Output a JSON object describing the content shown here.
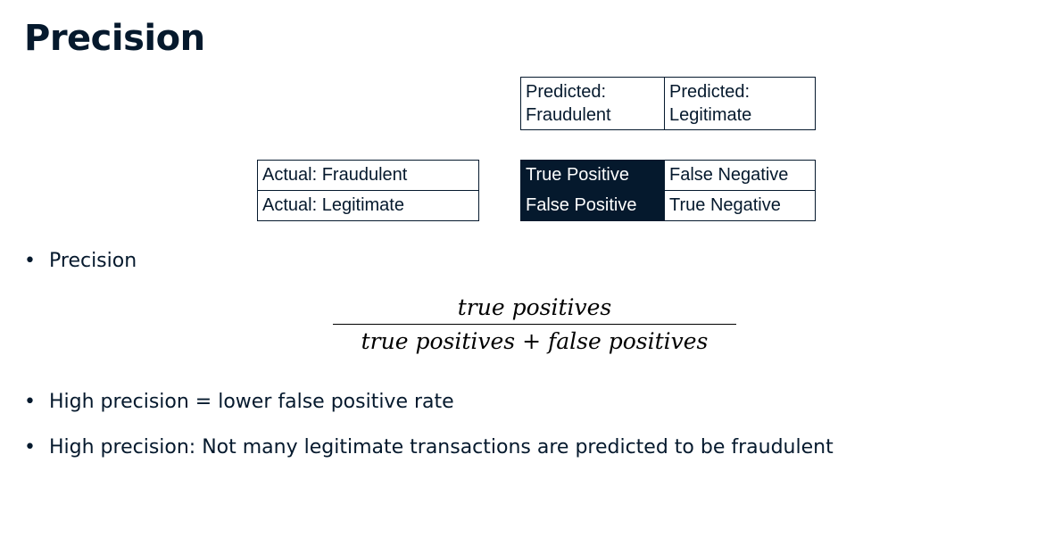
{
  "page": {
    "title": "Precision"
  },
  "confusion_matrix": {
    "predicted_headers": [
      "Predicted: Fraudulent",
      "Predicted: Legitimate"
    ],
    "predicted_header_lines": [
      [
        "Predicted:",
        "Fraudulent"
      ],
      [
        "Predicted:",
        "Legitimate"
      ]
    ],
    "actual_labels": [
      "Actual: Fraudulent",
      "Actual: Legitimate"
    ],
    "cells": [
      [
        "True Positive",
        "False Negative"
      ],
      [
        "False Positive",
        "True Negative"
      ]
    ],
    "highlight_color": "#05192d",
    "highlighted_column": "Predicted: Fraudulent"
  },
  "bullets": {
    "marker": "•",
    "first": "Precision",
    "second": "High precision = lower false positive rate",
    "third": "High precision: Not many legitimate transactions are predicted to be fraudulent"
  },
  "formula": {
    "numerator": "true positives",
    "denominator_left": "true positives",
    "operator": "+",
    "denominator_right": "false positives"
  },
  "colors": {
    "text": "#05192d",
    "background": "#ffffff"
  }
}
